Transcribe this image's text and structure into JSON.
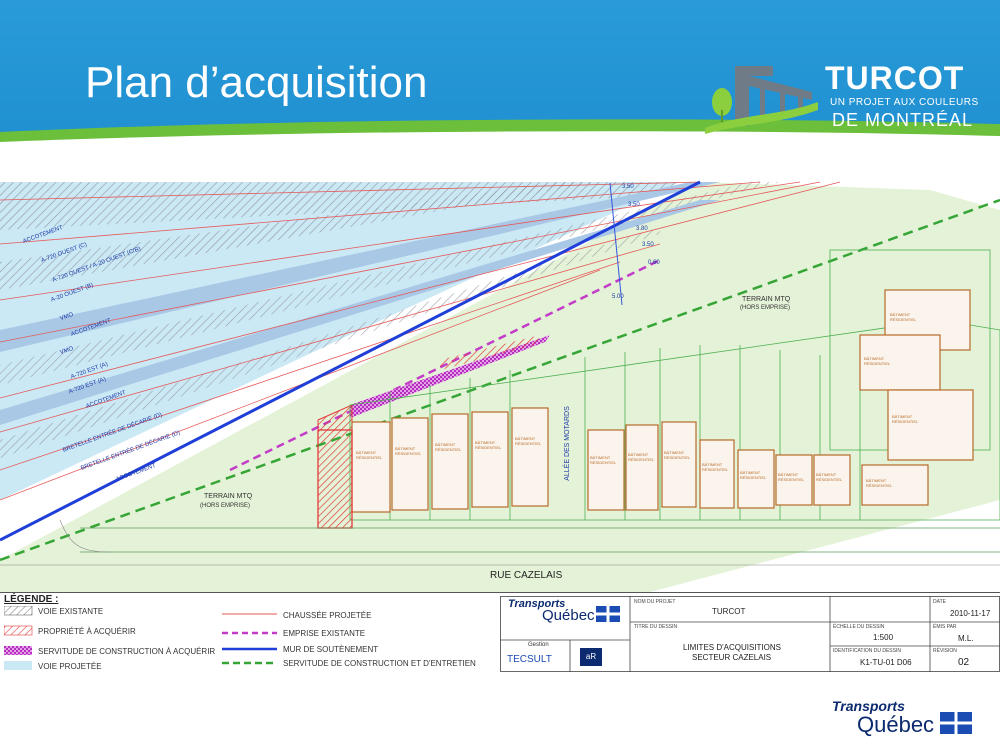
{
  "header": {
    "title": "Plan d’acquisition",
    "logo": {
      "name": "TURCOT",
      "line1": "UN PROJET AUX COULEURS",
      "line2": "DE MONTRÉAL"
    }
  },
  "plan": {
    "lane_labels": [
      "ACCOTEMENT",
      "A-720 OUEST (C)",
      "A-720 OUEST / A-20 OUEST (C/B)",
      "A-20 OUEST (B)",
      "VMO",
      "ACCOTEMENT",
      "VMO",
      "A-720 EST (A)",
      "A-720 EST (A)",
      "ACCOTEMENT",
      "BRETELLE ENTRÉE DE DÉCARIE (D)",
      "BRETELLE ENTRÉE DE DÉCARIE (D)",
      "ACCOTEMENT"
    ],
    "dimensions": [
      "3.50",
      "3.50",
      "3.80",
      "3.50",
      "0.60",
      "5.00"
    ],
    "terrain_label": "TERRAIN MTQ",
    "terrain_sub": "(HORS EMPRISE)",
    "allee": "ALLÉE DES MOTARDS",
    "street": "RUE CAZELAIS",
    "building_label": "BÂTIMENT RÉSIDENTIEL"
  },
  "legend": {
    "title": "LÉGENDE :",
    "left_items": [
      "VOIE EXISTANTE",
      "PROPRIÉTÉ À ACQUÉRIR",
      "SERVITUDE DE CONSTRUCTION À ACQUÉRIR",
      "VOIE PROJETÉE"
    ],
    "right_items": [
      "CHAUSSÉE PROJETÉE",
      "EMPRISE EXISTANTE",
      "MUR DE SOUTÈNEMENT",
      "SERVITUDE DE CONSTRUCTION ET D'ENTRETIEN"
    ]
  },
  "title_block": {
    "agency1": "Transports",
    "agency2": "Québec",
    "gestion": "Gestion",
    "firm": "TECSULT",
    "firm2": "aR",
    "nom_projet_label": "NOM DU PROJET",
    "nom_projet": "TURCOT",
    "titre_label": "TITRE DU DESSIN",
    "titre1": "LIMITES D'ACQUISITIONS",
    "titre2": "SECTEUR CAZELAIS",
    "echelle_label": "ÉCHELLE DU DESSIN",
    "echelle": "1:500",
    "ident_label": "IDENTIFICATION DU DESSIN",
    "ident": "K1-TU-01 D06",
    "date_label": "DATE",
    "date": "2010-11-17",
    "emis_label": "ÉMIS PAR",
    "emis": "M.L.",
    "revision_label": "RÉVISION",
    "revision": "02"
  },
  "footer": {
    "agency1": "Transports",
    "agency2": "Québec"
  },
  "colors": {
    "header_blue": "#1f8fd0",
    "green": "#6bbf3a",
    "lane_blue": "#cbe8f5",
    "red": "#e33b3b",
    "magenta": "#c23cc8",
    "wall_blue": "#1f3fd8",
    "dash_green": "#35a535"
  }
}
